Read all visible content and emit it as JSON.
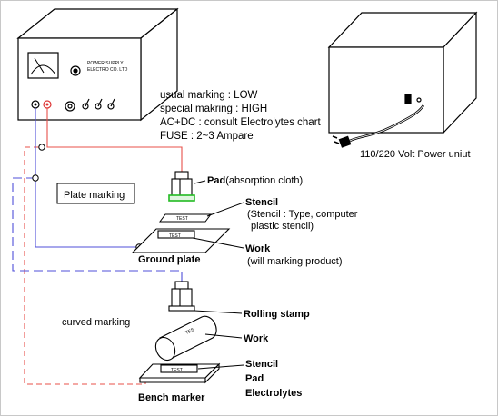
{
  "unit_left": {
    "brand_line1": "POWER SUPPLY",
    "brand_line2": "ELECTRO CO. LTD"
  },
  "notes": [
    "usual marking : LOW",
    "special makring : HIGH",
    "AC+DC : consult Electrolytes chart",
    "FUSE : 2~3 Ampare"
  ],
  "power_unit_label": "110/220 Volt Power uniut",
  "pad": {
    "bold": "Pad",
    "normal": "(absorption cloth)"
  },
  "plate_marking_label": "Plate marking",
  "stencil": {
    "title": "Stencil",
    "line1": "(Stencil : Type, computer",
    "line2": "plastic stencil)"
  },
  "stencil_text": "TEST",
  "work_upper": {
    "title": "Work",
    "detail": "(will marking product)"
  },
  "ground_plate_label": "Ground plate",
  "rolling_stamp_label": "Rolling stamp",
  "curved_marking_label": "curved marking",
  "work_lower_label": "Work",
  "roller_text": "TES",
  "bench": {
    "stencil": "Stencil",
    "pad": "Pad",
    "electrolytes": "Electrolytes",
    "stencil_text": "TEST"
  },
  "bench_marker_label": "Bench marker",
  "colors": {
    "red_wire": "#e8504a",
    "blue_wire": "#4f4fd8",
    "pad_green": "#22bb22",
    "box_fill": "#ffffff",
    "outline": "#000000"
  }
}
